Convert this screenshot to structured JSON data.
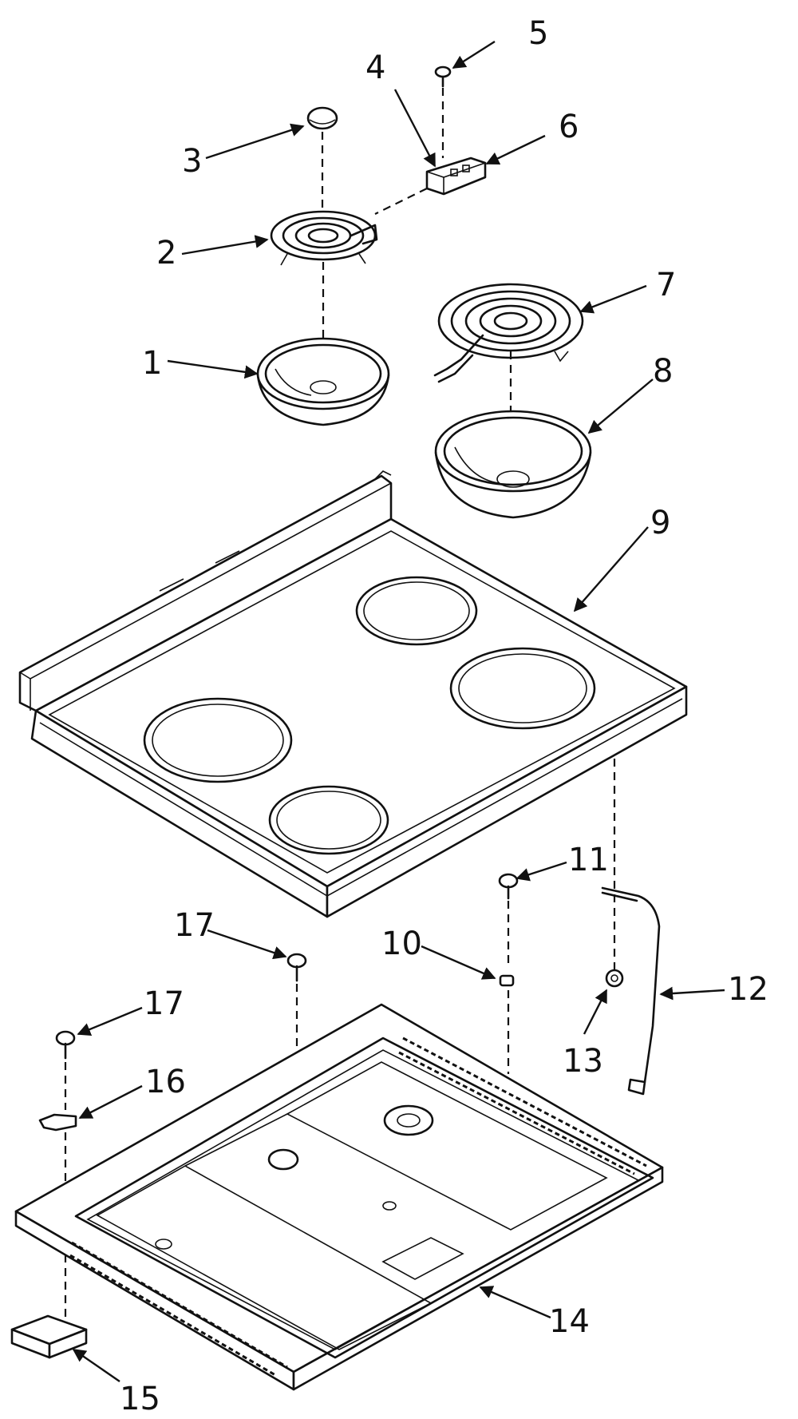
{
  "callouts": {
    "c1": "1",
    "c2": "2",
    "c3": "3",
    "c4": "4",
    "c5": "5",
    "c6": "6",
    "c7": "7",
    "c8": "8",
    "c9": "9",
    "c10": "10",
    "c11": "11",
    "c12": "12",
    "c13": "13",
    "c14": "14",
    "c15": "15",
    "c16": "16",
    "c17a": "17",
    "c17b": "17"
  }
}
